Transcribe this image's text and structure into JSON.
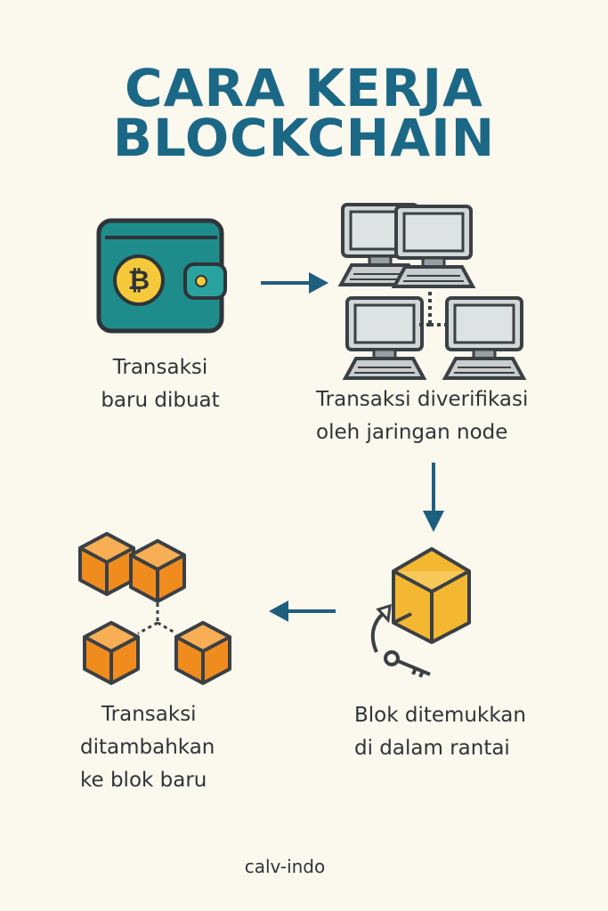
{
  "title": {
    "line1": "CARA KERJA",
    "line2": "BLOCKCHAIN"
  },
  "steps": [
    {
      "lines": [
        "Transaksi",
        "baru dibuat"
      ],
      "icon": "bitcoin-wallet-icon"
    },
    {
      "lines": [
        "Transaksi diverifikasi",
        "oleh jaringan node"
      ],
      "icon": "computer-network-icon"
    },
    {
      "lines": [
        "Blok ditemukkan",
        "di dalam rantai"
      ],
      "icon": "cube-key-icon"
    },
    {
      "lines": [
        "Transaksi",
        "ditambahkan",
        "ke blok baru"
      ],
      "icon": "block-network-icon"
    }
  ],
  "footer": "calv-indo",
  "colors": {
    "background": "#fbf8ee",
    "title": "#1b6886",
    "arrow": "#1e5f7e",
    "wallet": "#1f8c8c",
    "coin": "#f5c93a",
    "cube": "#f4b731",
    "orange_cube": "#f08c1e"
  }
}
